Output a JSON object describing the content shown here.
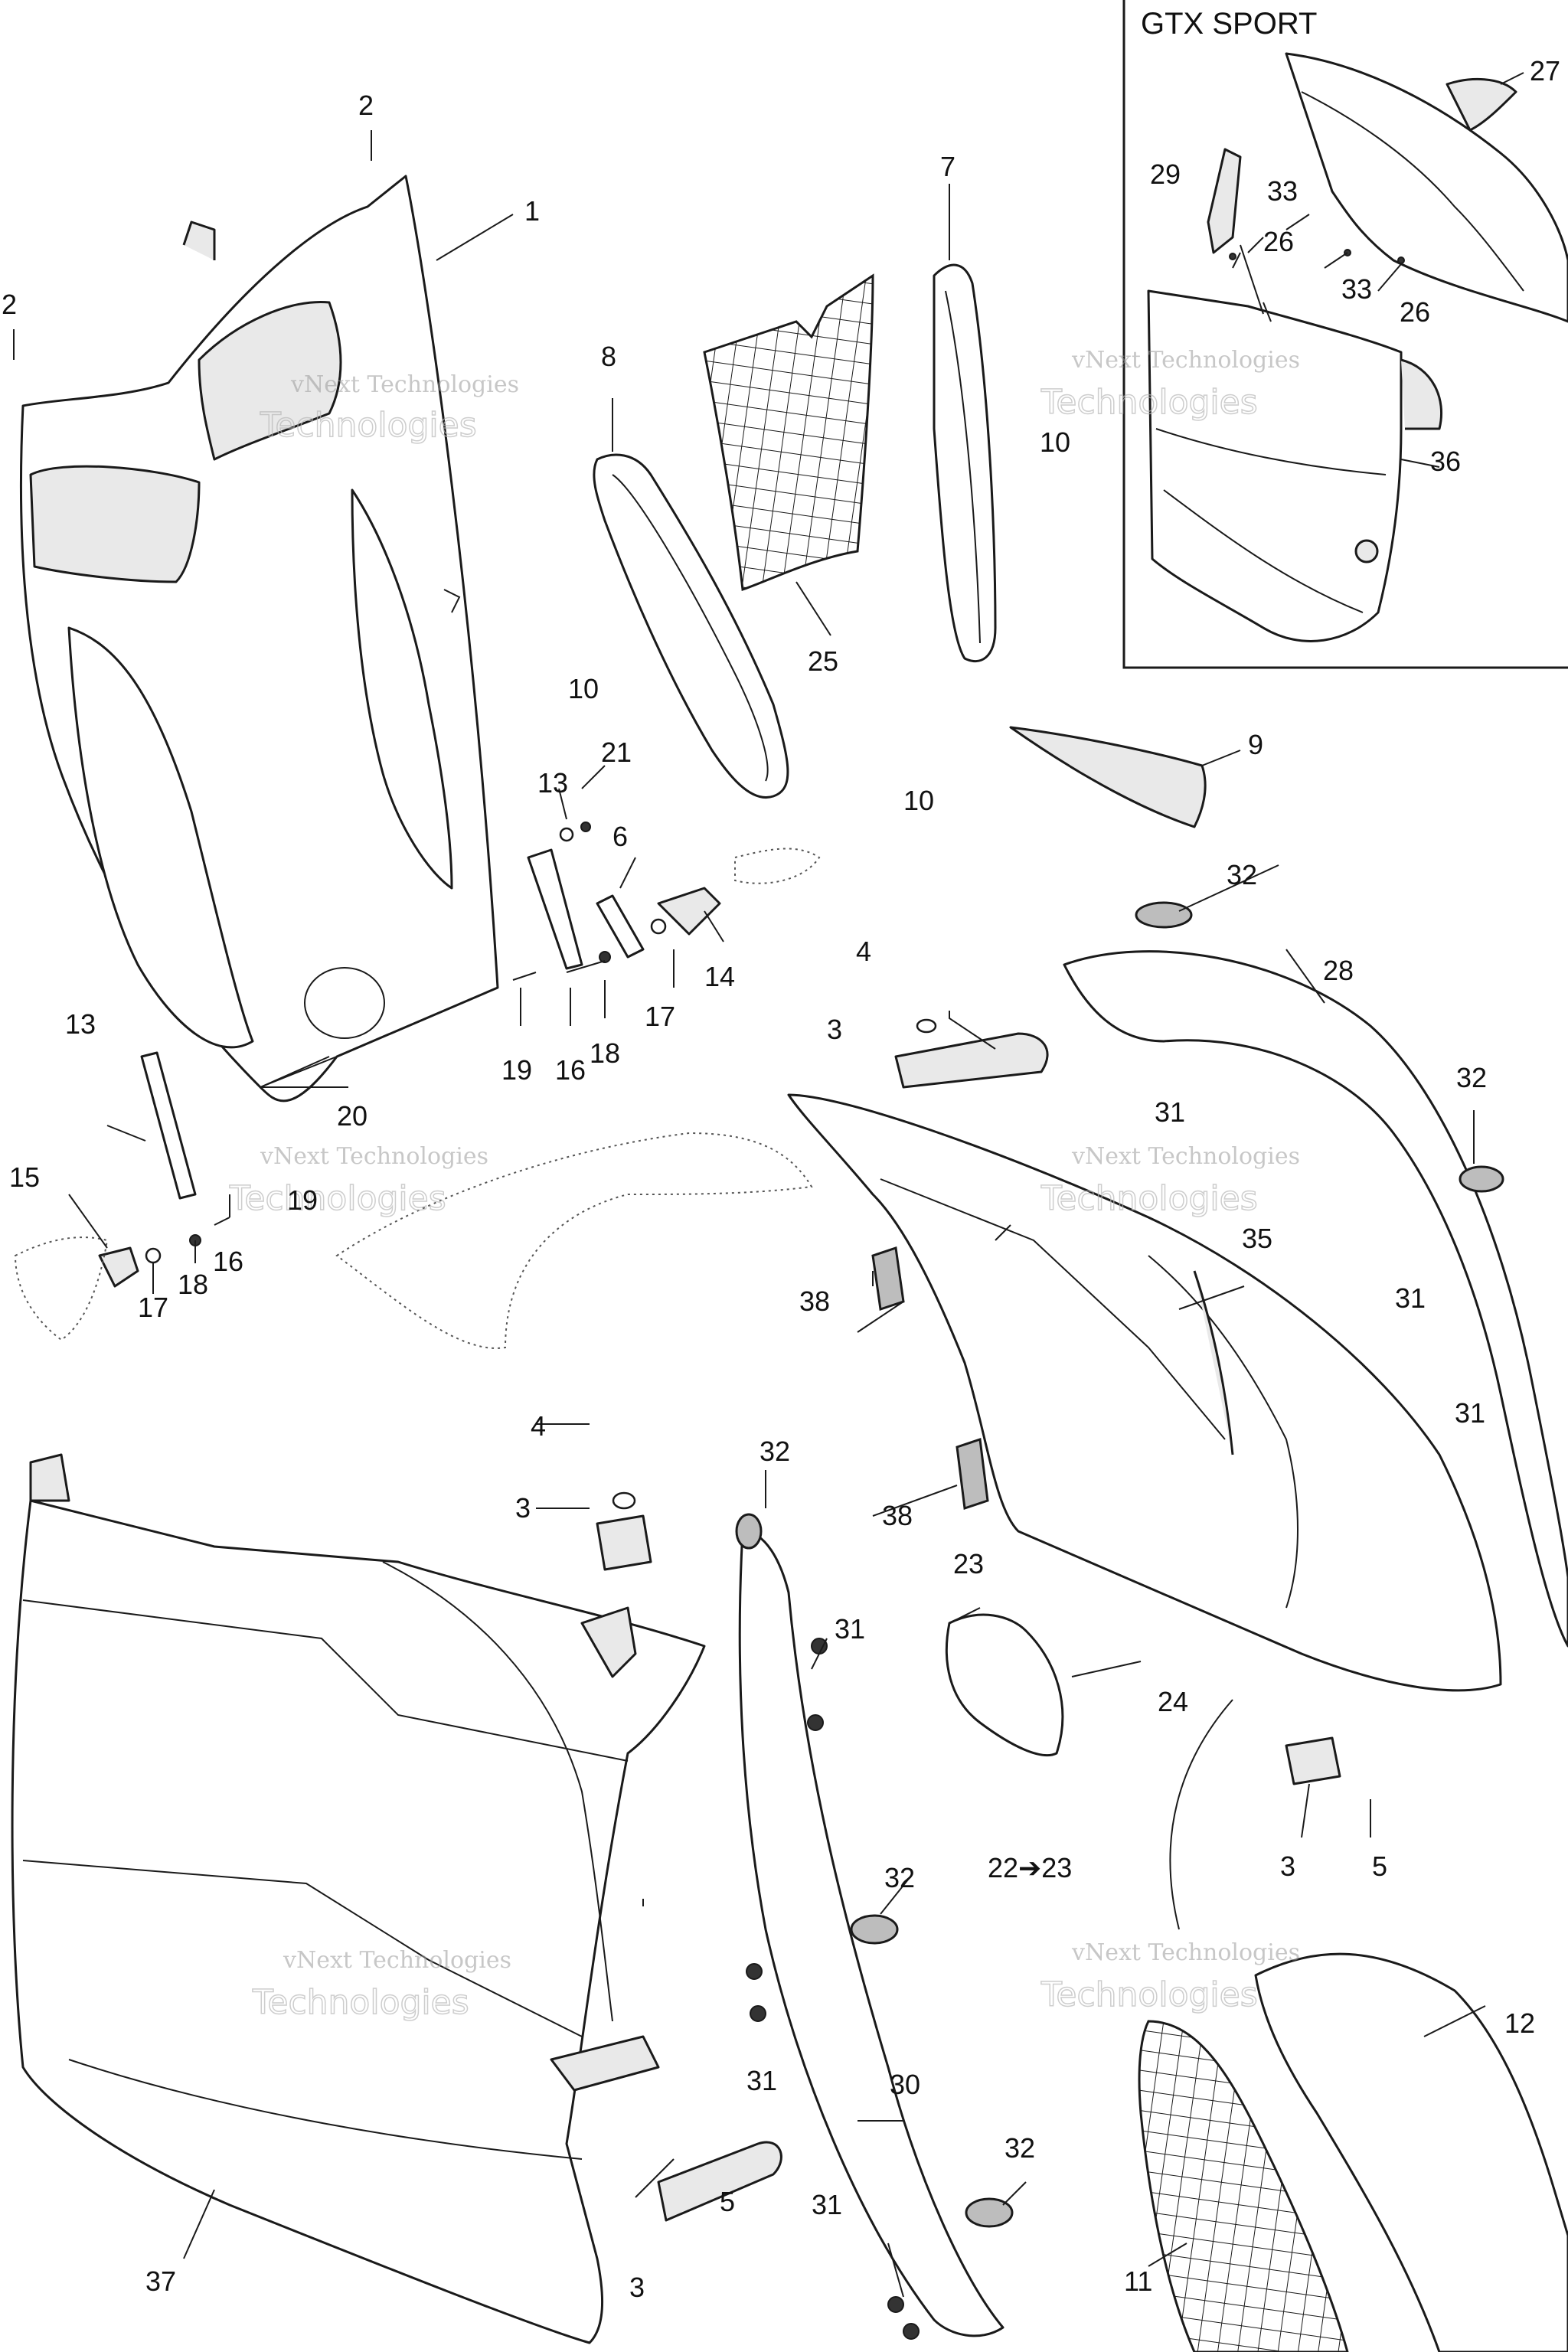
{
  "inset": {
    "title": "GTX SPORT"
  },
  "watermark": {
    "line1": "vNext Technologies",
    "line2": "Technologies"
  },
  "callouts": {
    "c1": "1",
    "c2a": "2",
    "c2b": "2",
    "c3a": "3",
    "c3b": "3",
    "c3c": "3",
    "c3d": "3",
    "c4a": "4",
    "c4b": "4",
    "c5a": "5",
    "c5b": "5",
    "c6": "6",
    "c7": "7",
    "c8": "8",
    "c9": "9",
    "c10a": "10",
    "c10b": "10",
    "c10c": "10",
    "c11": "11",
    "c12": "12",
    "c13a": "13",
    "c13b": "13",
    "c14": "14",
    "c15": "15",
    "c16a": "16",
    "c16b": "16",
    "c17a": "17",
    "c17b": "17",
    "c18a": "18",
    "c18b": "18",
    "c19a": "19",
    "c19b": "19",
    "c20": "20",
    "c21": "21",
    "c22": "22➔23",
    "c23": "23",
    "c24": "24",
    "c25": "25",
    "c26a": "26",
    "c26b": "26",
    "c27": "27",
    "c28": "28",
    "c29": "29",
    "c30": "30",
    "c31a": "31",
    "c31b": "31",
    "c31c": "31",
    "c31d": "31",
    "c31e": "31",
    "c31f": "31",
    "c32a": "32",
    "c32b": "32",
    "c32c": "32",
    "c32d": "32",
    "c32e": "32",
    "c33a": "33",
    "c33b": "33",
    "c35": "35",
    "c36": "36",
    "c37": "37",
    "c38a": "38",
    "c38b": "38"
  }
}
